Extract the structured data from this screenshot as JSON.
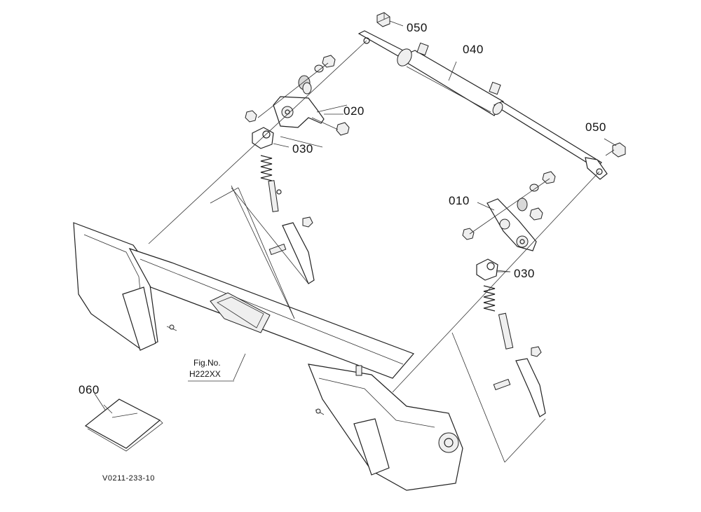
{
  "diagram": {
    "part_labels": {
      "p010": "010",
      "p020": "020",
      "p030_left": "030",
      "p030_right": "030",
      "p040": "040",
      "p050_top": "050",
      "p050_right": "050",
      "p060": "060"
    },
    "figure_reference": {
      "line1": "Fig.No.",
      "line2": "H222XX"
    },
    "document_id": "V0211-233-10"
  }
}
